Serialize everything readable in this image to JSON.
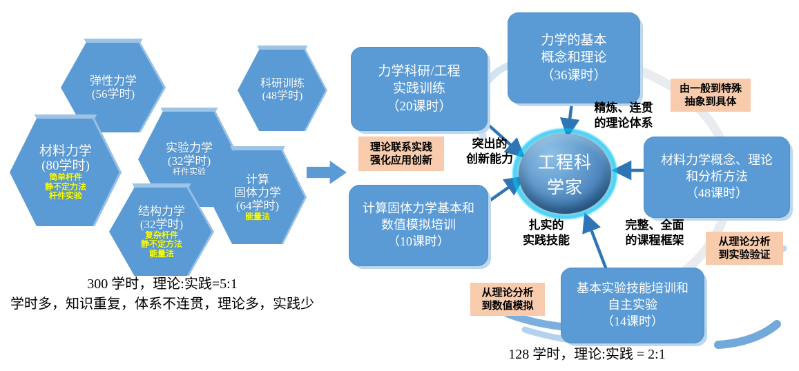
{
  "left_cluster": {
    "hexagons": [
      {
        "id": "elasticity",
        "title": "弹性力学",
        "hours": "(56学时)",
        "sub": []
      },
      {
        "id": "research-training",
        "title": "科研训练",
        "hours": "(48学时)",
        "sub": []
      },
      {
        "id": "materials-mechanics",
        "title": "材料力学",
        "hours": "(80学时)",
        "sub": [
          "简单杆件",
          "静不定力法",
          "杆件实验"
        ]
      },
      {
        "id": "experimental-mechanics",
        "title": "实验力学",
        "hours": "(32学时)",
        "sub": [
          "杆件实验"
        ]
      },
      {
        "id": "structural-mechanics",
        "title": "结构力学",
        "hours": "(32学时)",
        "sub": [
          "复杂杆件",
          "静不定方法",
          "能量法"
        ]
      },
      {
        "id": "computational-solid-mechanics",
        "title": "计算",
        "title2": "固体力学",
        "hours": "(64学时)",
        "sub": [
          "能量法"
        ]
      }
    ],
    "caption": {
      "line1": "300 学时，理论:实践=5:1",
      "line2": "学时多，知识重复，体系不连贯，理论多，实践少"
    }
  },
  "transition_arrow": {
    "label": "transition-arrow"
  },
  "right_cluster": {
    "center": {
      "line1": "工程科",
      "line2": "学家"
    },
    "boxes": [
      {
        "id": "basic-concepts",
        "lines": [
          "力学的基本",
          "概念和理论",
          "（36课时）"
        ]
      },
      {
        "id": "materials-concepts",
        "lines": [
          "材料力学概念、理论",
          "和分析方法",
          "（48课时）"
        ]
      },
      {
        "id": "experiment-training",
        "lines": [
          "基本实验技能培训和",
          "自主实验",
          "（14课时）"
        ]
      },
      {
        "id": "numerical-training",
        "lines": [
          "计算固体力学基本和",
          "数值模拟培训",
          "（10课时）"
        ]
      },
      {
        "id": "research-practice",
        "lines": [
          "力学科研/工程",
          "实践训练",
          "（20课时）"
        ]
      }
    ],
    "peach_notes": [
      {
        "id": "theory-practice",
        "lines": [
          "理论联系实践",
          "强化应用创新"
        ]
      },
      {
        "id": "general-to-special",
        "lines": [
          "由一般到特殊",
          "抽象到具体"
        ]
      },
      {
        "id": "theory-to-experiment",
        "lines": [
          "从理论分析",
          "到实验验证"
        ]
      },
      {
        "id": "theory-to-numerical",
        "lines": [
          "从理论分析",
          "到数值模拟"
        ]
      }
    ],
    "labels": [
      {
        "id": "innovation-ability",
        "lines": [
          "突出的",
          "创新能力"
        ]
      },
      {
        "id": "refined-theory-system",
        "lines": [
          "精炼、连贯",
          "的理论体系"
        ]
      },
      {
        "id": "solid-practice-skill",
        "lines": [
          "扎实的",
          "实践技能"
        ]
      },
      {
        "id": "complete-curriculum",
        "lines": [
          "完整、全面",
          "的课程框架"
        ]
      }
    ],
    "caption": {
      "line1": "128 学时，理论:实践 = 2:1"
    }
  },
  "colors": {
    "hexagon_blue": "#5b9bd5",
    "hexagon_side": "#9dc3e6",
    "box_blue": "#5b9bd5",
    "box_shadow": "#bdd7ee",
    "peach": "#f8cbad",
    "sub_yellow": "#ffff00",
    "arrow_blue": "#2e75b6",
    "glow_cyan": "#00c8ff"
  }
}
